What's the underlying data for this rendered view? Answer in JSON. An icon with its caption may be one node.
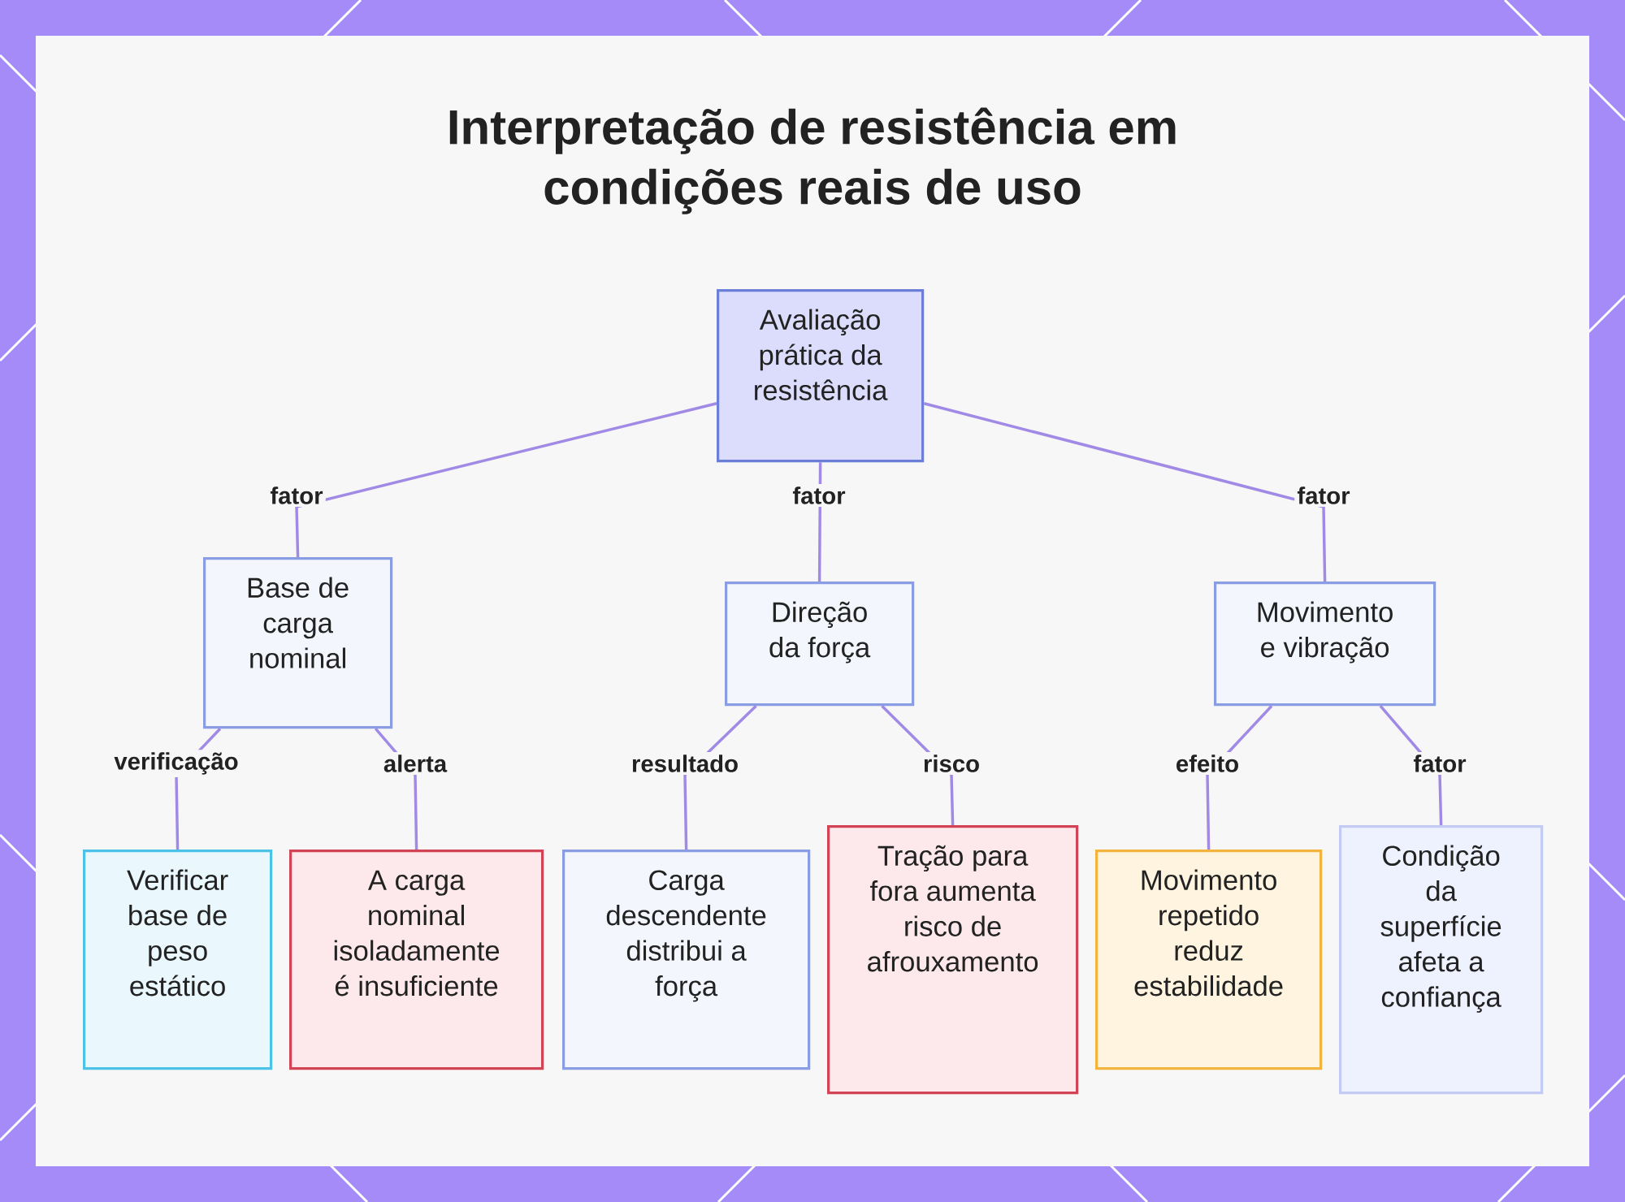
{
  "diagram": {
    "title": "Interpretação de resistência em condições reais de uso",
    "nodes": [
      {
        "text": [
          "Avaliação prática da resistência"
        ]
      },
      {
        "text": [
          "Base de carga nominal"
        ]
      },
      {
        "text": [
          "Direção da força"
        ]
      },
      {
        "text": [
          "Movimento e vibração"
        ]
      },
      {
        "text": [
          "Verificar base de peso estático"
        ]
      },
      {
        "text": [
          "A carga nominal isoladamente é insuficiente"
        ]
      },
      {
        "text": [
          "Carga descendente distribui a força"
        ]
      },
      {
        "text": [
          "Tração para fora aumenta risco de afrouxamento"
        ]
      },
      {
        "text": [
          "Movimento repetido reduz estabilidade"
        ]
      },
      {
        "text": [
          "Condição da superfície afeta a confiança"
        ]
      }
    ],
    "edges": [
      {
        "from": 0,
        "to": 1,
        "arrow": "none",
        "label": "fator"
      },
      {
        "from": 0,
        "to": 2,
        "arrow": "none",
        "label": "fator"
      },
      {
        "from": 0,
        "to": 3,
        "arrow": "none",
        "label": "fator"
      },
      {
        "from": 1,
        "to": 4,
        "arrow": "none",
        "label": "verificação"
      },
      {
        "from": 1,
        "to": 5,
        "arrow": "none",
        "label": "alerta"
      },
      {
        "from": 2,
        "to": 6,
        "arrow": "none",
        "label": "resultado"
      },
      {
        "from": 2,
        "to": 7,
        "arrow": "none",
        "label": "risco"
      },
      {
        "from": 3,
        "to": 8,
        "arrow": "none",
        "label": "efeito"
      },
      {
        "from": 3,
        "to": 9,
        "arrow": "none",
        "label": "fator"
      }
    ]
  }
}
